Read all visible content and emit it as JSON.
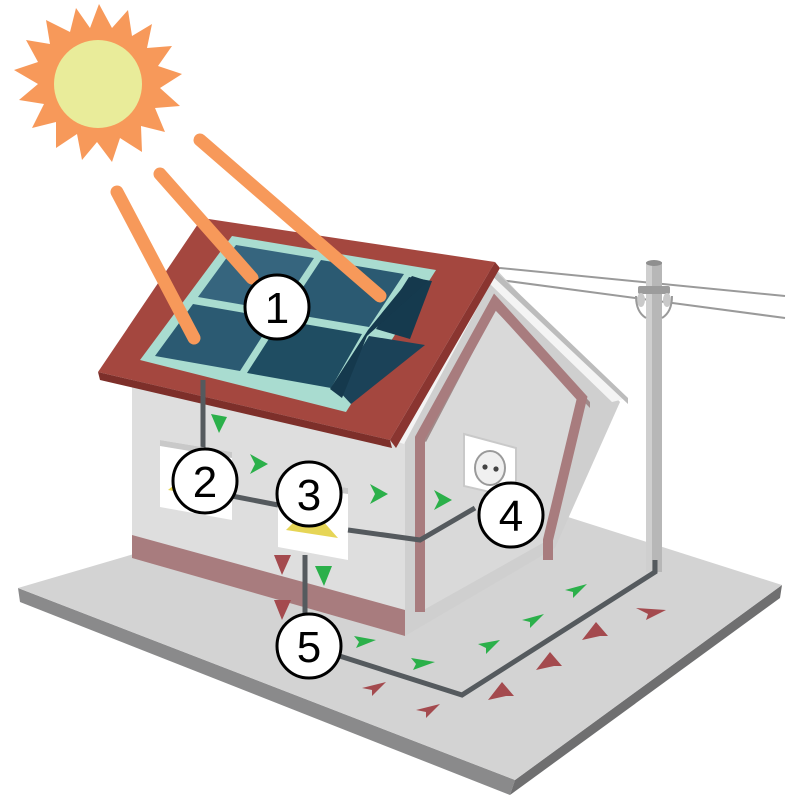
{
  "callouts": [
    {
      "id": "solar-panel",
      "label": "1"
    },
    {
      "id": "inverter",
      "label": "2"
    },
    {
      "id": "meter",
      "label": "3"
    },
    {
      "id": "socket",
      "label": "4"
    },
    {
      "id": "grid-connection",
      "label": "5"
    }
  ],
  "colors": {
    "sun_core": "#e9ec9a",
    "sun_rays": "#f7995a",
    "roof": "#a4473f",
    "panel_frame": "#a9dcd0",
    "panel_cell": "#2b5a72",
    "wall": "#dedede",
    "ground": "#d3d3d3",
    "ground_side": "#6f6f70",
    "flow_to_house": "#2bb04a",
    "flow_from_grid": "#a44a4e"
  },
  "icons": [
    "sun-icon",
    "solar-panel-icon",
    "inverter-icon",
    "meter-icon",
    "power-socket-icon",
    "utility-pole-icon"
  ]
}
